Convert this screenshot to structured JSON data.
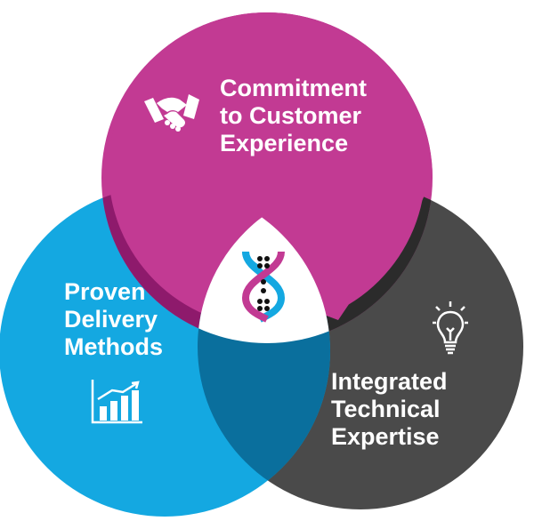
{
  "colors": {
    "magenta": "#c23a93",
    "magenta_dark": "#8e1a6c",
    "blue": "#14a8e1",
    "blue_dark": "#0a6f9d",
    "gray": "#4a4a4a",
    "gray_dark": "#2b2b2b",
    "center": "#ffffff"
  },
  "circles": {
    "top": {
      "lines": [
        "Commitment",
        "to Customer",
        "Experience"
      ],
      "icon": "handshake-icon"
    },
    "left": {
      "lines": [
        "Proven",
        "Delivery",
        "Methods"
      ],
      "icon": "bar-chart-growth-icon"
    },
    "right": {
      "lines": [
        "Integrated",
        "Technical",
        "Expertise"
      ],
      "icon": "lightbulb-icon"
    }
  },
  "center": {
    "icon": "dna-helix-icon"
  }
}
